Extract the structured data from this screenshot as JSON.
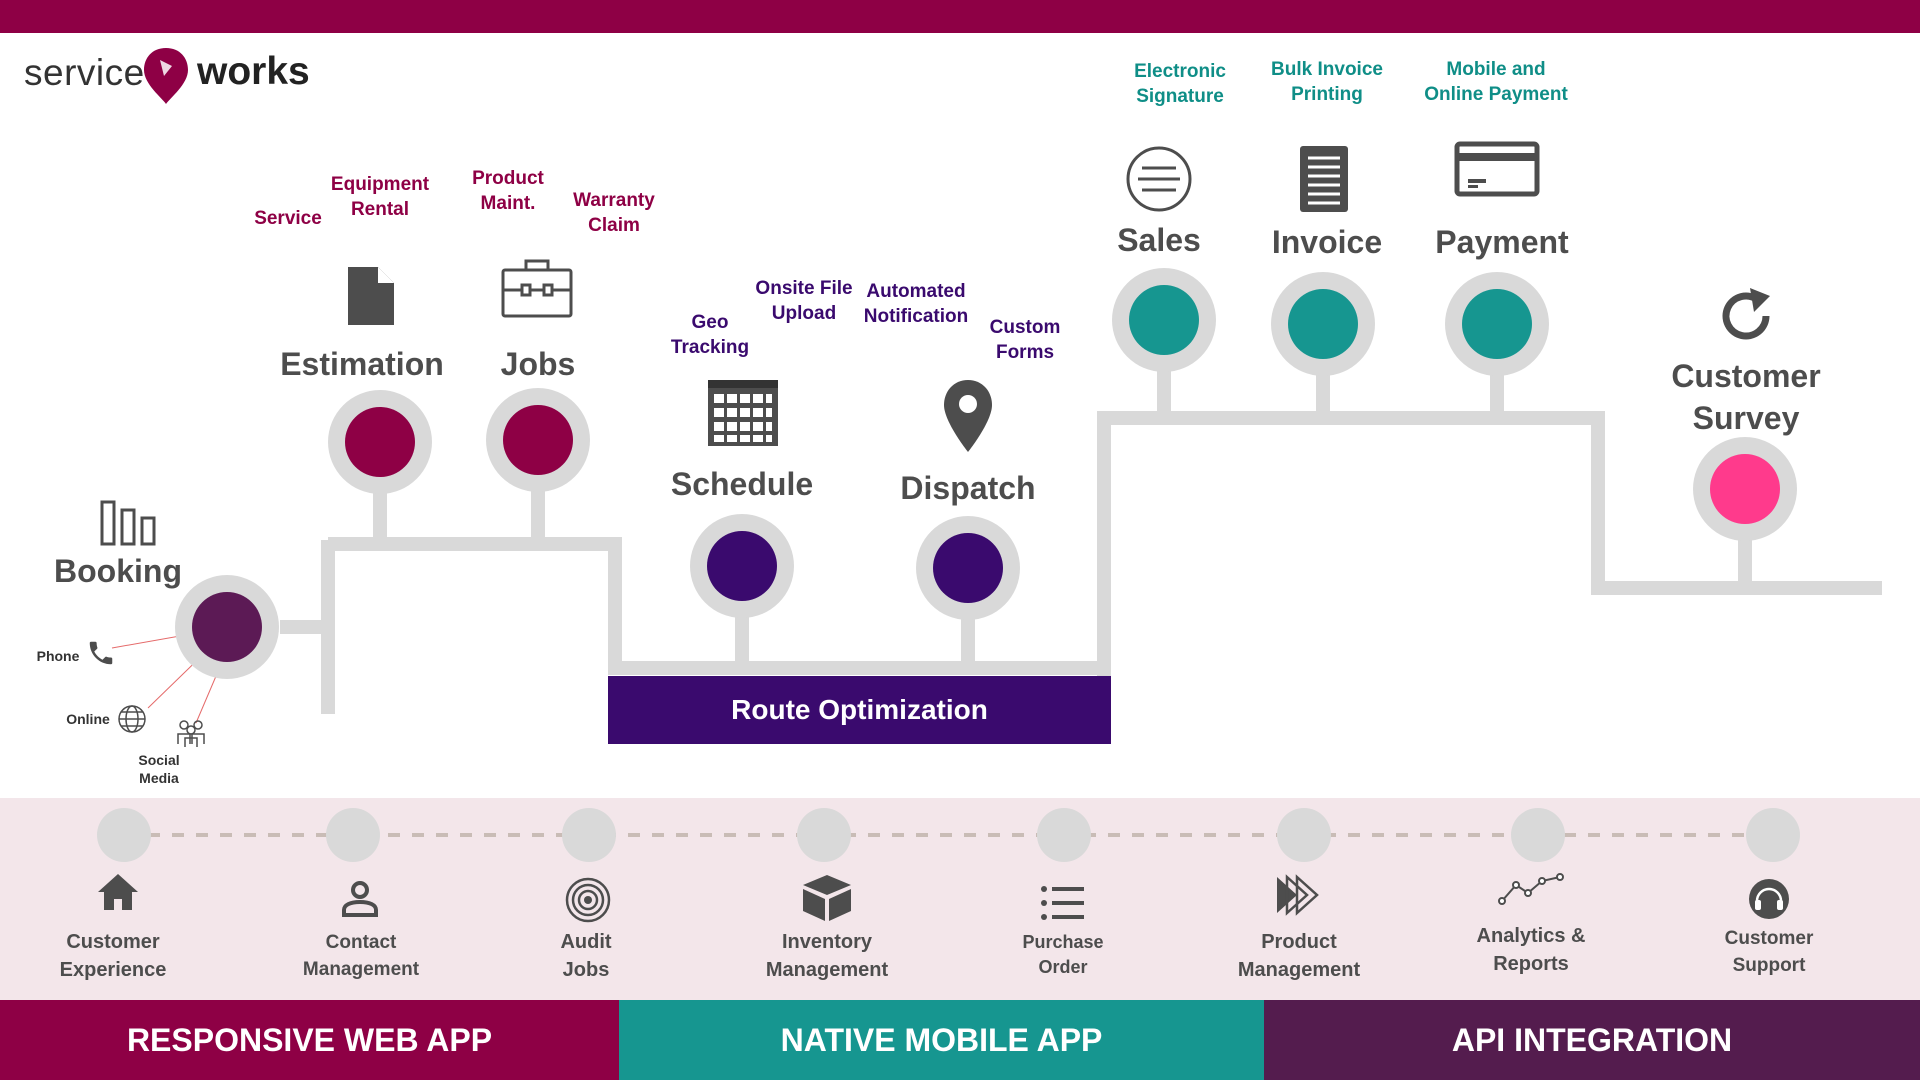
{
  "logo": {
    "part1": "service",
    "part2": "works"
  },
  "booking": {
    "title": "Booking",
    "channels": [
      "Phone",
      "Online",
      "Social\nMedia"
    ]
  },
  "estimation": {
    "title": "Estimation",
    "subs": [
      "Service",
      "Equipment\nRental"
    ]
  },
  "jobs": {
    "title": "Jobs",
    "subs": [
      "Product\nMaint.",
      "Warranty\nClaim"
    ]
  },
  "schedule": {
    "title": "Schedule",
    "subs": [
      "Geo\nTracking",
      "Onsite File\nUpload"
    ]
  },
  "dispatch": {
    "title": "Dispatch",
    "subs": [
      "Automated\nNotification",
      "Custom\nForms"
    ]
  },
  "route": {
    "label": "Route Optimization"
  },
  "sales": {
    "title": "Sales",
    "sub": "Electronic\nSignature"
  },
  "invoice": {
    "title": "Invoice",
    "sub": "Bulk Invoice\nPrinting"
  },
  "payment": {
    "title": "Payment",
    "sub": "Mobile and\nOnline Payment"
  },
  "survey": {
    "title": "Customer\nSurvey"
  },
  "features": [
    {
      "label": "Customer\nExperience",
      "icon": "home-icon"
    },
    {
      "label": "Contact\nManagement",
      "icon": "person-icon"
    },
    {
      "label": "Audit\nJobs",
      "icon": "target-icon"
    },
    {
      "label": "Inventory\nManagement",
      "icon": "box-icon"
    },
    {
      "label": "Purchase\nOrder",
      "icon": "list-icon"
    },
    {
      "label": "Product\nManagement",
      "icon": "forward-icon"
    },
    {
      "label": "Analytics &\nReports",
      "icon": "analytics-icon"
    },
    {
      "label": "Customer\nSupport",
      "icon": "headset-icon"
    }
  ],
  "footer": {
    "web": "RESPONSIVE WEB APP",
    "mobile": "NATIVE MOBILE APP",
    "api": "API INTEGRATION"
  },
  "colors": {
    "maroon": "#8e0045",
    "purple": "#3a0a6e",
    "teal": "#169690",
    "pink": "#ff3a8c",
    "booking": "#5c1a55",
    "footer_web": "#8e0045",
    "footer_mobile": "#169690",
    "footer_api": "#541c4e"
  }
}
